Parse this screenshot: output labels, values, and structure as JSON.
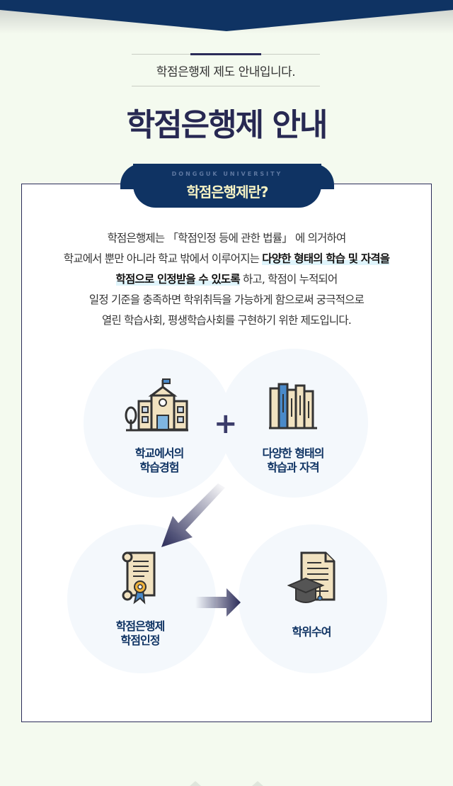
{
  "header": {
    "subtitle": "학점은행제 제도 안내입니다.",
    "title": "학점은행제 안내"
  },
  "card": {
    "tab_en": "DONGGUK UNIVERSITY",
    "tab_ko": "학점은행제란?",
    "description": {
      "line1": "학점은행제는 「학점인정 등에 관한 법률」 에 의거하여",
      "line2_pre": "학교에서 뿐만 아니라 학교 밖에서 이루어지는 ",
      "line2_hl": "다양한 형태의 학습 및 자격을",
      "line3_hl": "학점으로 인정받을 수 있도록",
      "line3_post": " 하고, 학점이 누적되어",
      "line4": "일정 기준을 충족하면 학위취득을 가능하게 함으로써 궁극적으로",
      "line5": "열린 학습사회, 평생학습사회를 구현하기 위한 제도입니다."
    }
  },
  "diagram": {
    "plus": "+",
    "items": [
      {
        "line1": "학교에서의",
        "line2": "학습경험",
        "icon": "school-icon"
      },
      {
        "line1": "다양한 형태의",
        "line2": "학습과 자격",
        "icon": "books-icon"
      },
      {
        "line1": "학점은행제",
        "line2": "학점인정",
        "icon": "certificate-icon"
      },
      {
        "line1": "학위수여",
        "line2": "",
        "icon": "graduation-diploma-icon"
      }
    ]
  },
  "colors": {
    "navy": "#0f3363",
    "title": "#272852",
    "background": "#f4faef",
    "highlight": "#dff4fb"
  }
}
